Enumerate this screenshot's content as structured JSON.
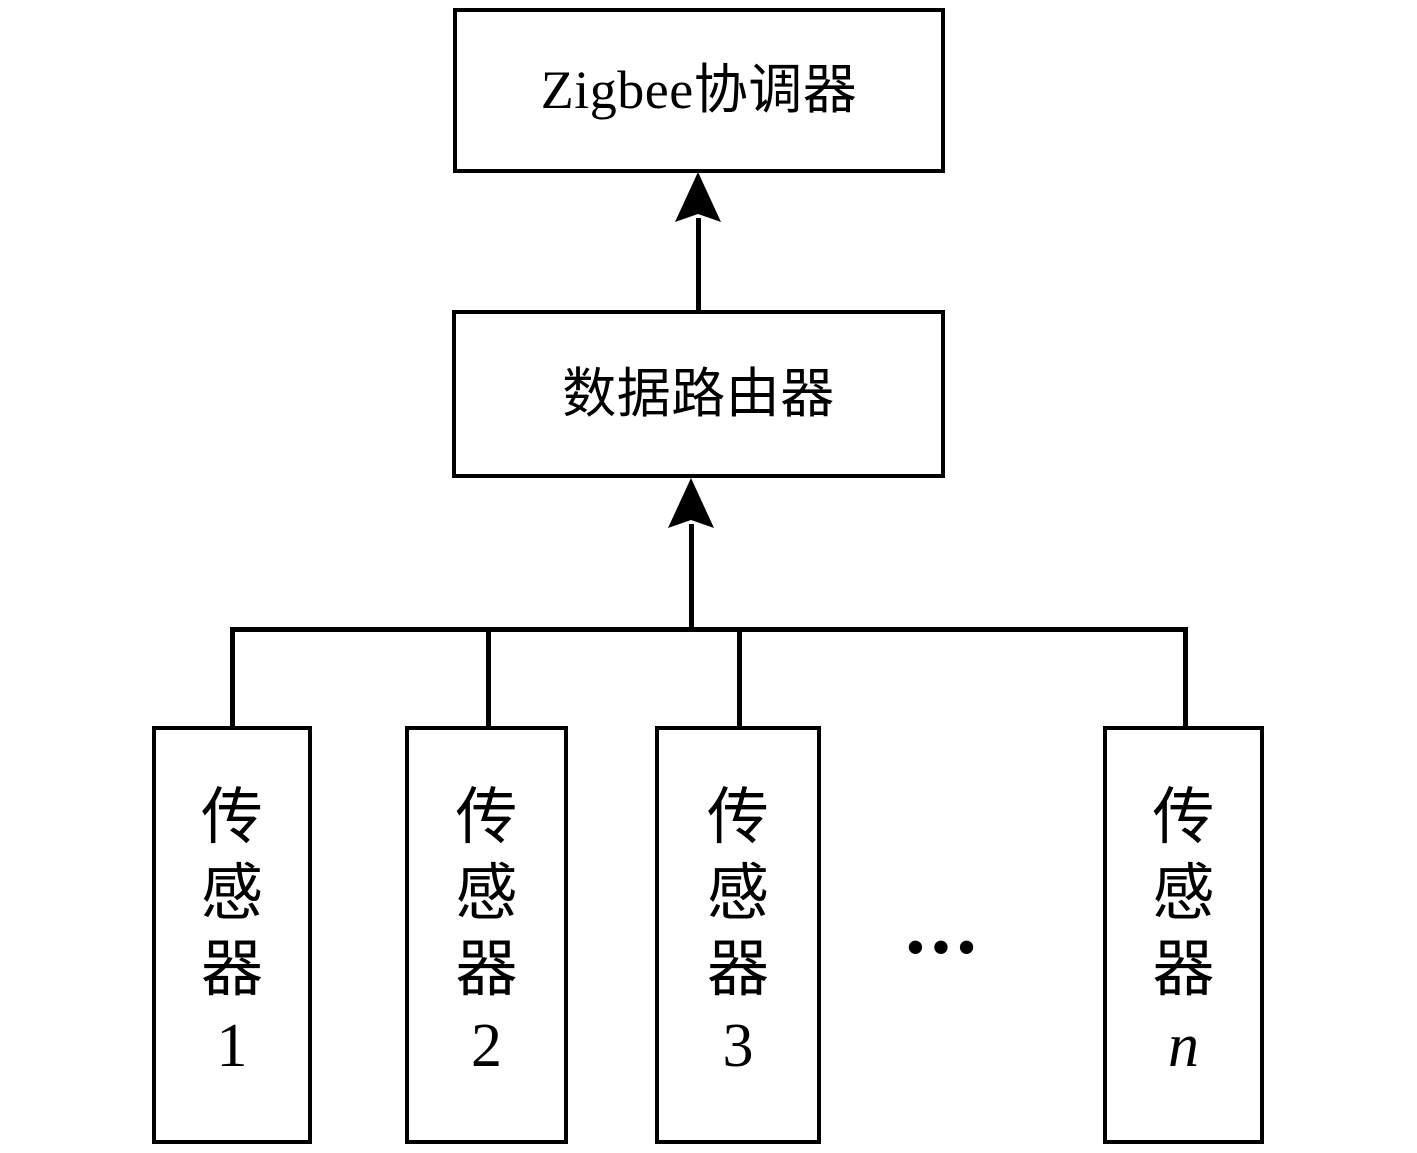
{
  "diagram": {
    "title_text": "",
    "background_color": "#ffffff",
    "line_color": "#000000",
    "nodes": {
      "coordinator": {
        "label": "Zigbee协调器",
        "name": "zigbee-coordinator"
      },
      "router": {
        "label": "数据路由器",
        "name": "data-router"
      }
    },
    "sensors": [
      {
        "char1": "传",
        "char2": "感",
        "char3": "器",
        "index": "1",
        "italic_index": false
      },
      {
        "char1": "传",
        "char2": "感",
        "char3": "器",
        "index": "2",
        "italic_index": false
      },
      {
        "char1": "传",
        "char2": "感",
        "char3": "器",
        "index": "3",
        "italic_index": false
      },
      {
        "char1": "传",
        "char2": "感",
        "char3": "器",
        "index": "n",
        "italic_index": true
      }
    ],
    "ellipsis": "•••",
    "connectors": {
      "router_to_coordinator": "arrow-up",
      "bus_to_router": "arrow-up",
      "sensor_bus": "horizontal-bus"
    }
  }
}
